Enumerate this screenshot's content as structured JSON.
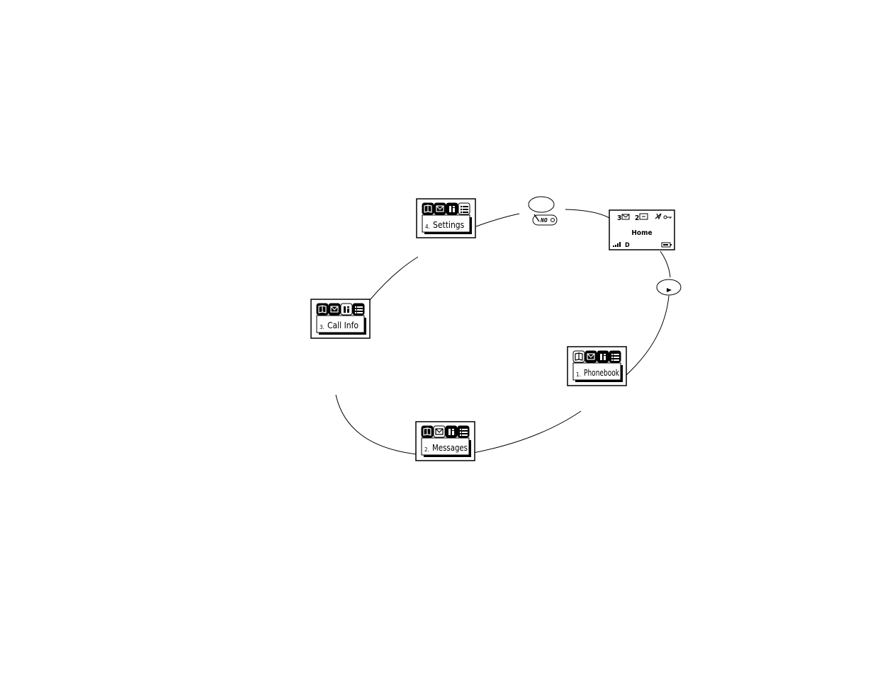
{
  "home_screen": {
    "label": "Home",
    "message_count": "3",
    "voicemail_count": "2",
    "signal_text": "D"
  },
  "menu_items": [
    {
      "number": "1.",
      "label": "Phonebook",
      "selected_icon": 0
    },
    {
      "number": "2.",
      "label": "Messages",
      "selected_icon": 1
    },
    {
      "number": "3.",
      "label": "Call Info",
      "selected_icon": 2
    },
    {
      "number": "4.",
      "label": "Settings",
      "selected_icon": 3
    }
  ],
  "keys": {
    "no_key_label": "NO"
  },
  "icons": [
    "phonebook-icon",
    "envelope-icon",
    "call-info-icon",
    "settings-list-icon"
  ],
  "colors": {
    "ink": "#000000",
    "paper": "#ffffff"
  }
}
